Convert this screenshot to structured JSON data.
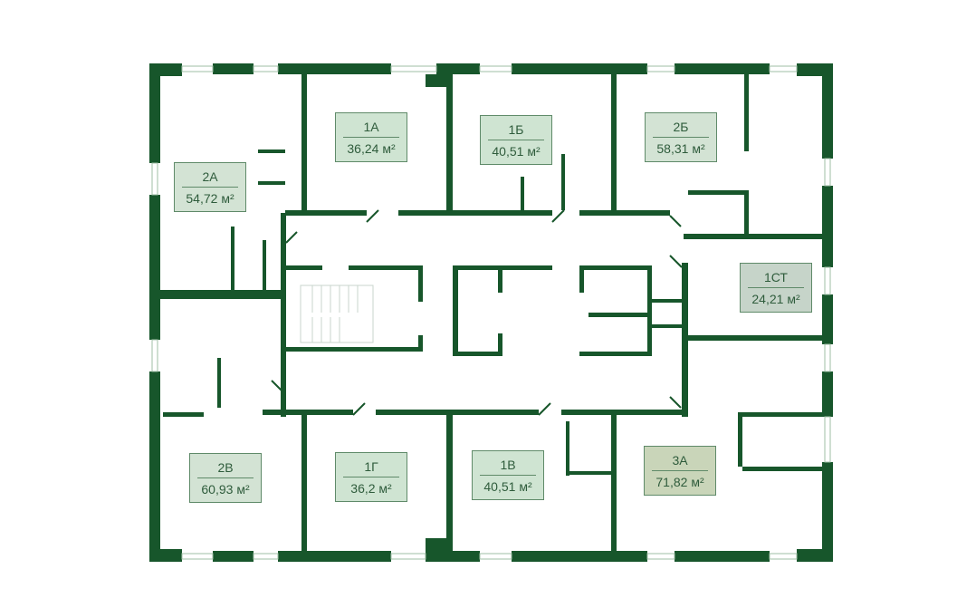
{
  "colors": {
    "wall": "#17562b",
    "one_room": "#cfe4d2",
    "two_room": "#d3e3d4",
    "studio": "#c6d4c9",
    "three_room": "#c9d5b9",
    "text": "#2f5c3c"
  },
  "rooms": [
    {
      "id": "1A",
      "name": "1А",
      "area": "36,24 м²",
      "type": "one_room"
    },
    {
      "id": "1B_top",
      "name": "1Б",
      "area": "40,51 м²",
      "type": "one_room"
    },
    {
      "id": "2B_top",
      "name": "2Б",
      "area": "58,31 м²",
      "type": "two_room"
    },
    {
      "id": "2A",
      "name": "2А",
      "area": "54,72 м²",
      "type": "two_room"
    },
    {
      "id": "1CT",
      "name": "1СТ",
      "area": "24,21 м²",
      "type": "studio"
    },
    {
      "id": "2V",
      "name": "2В",
      "area": "60,93 м²",
      "type": "two_room"
    },
    {
      "id": "1G",
      "name": "1Г",
      "area": "36,2 м²",
      "type": "one_room"
    },
    {
      "id": "1V",
      "name": "1В",
      "area": "40,51 м²",
      "type": "one_room"
    },
    {
      "id": "3A",
      "name": "3А",
      "area": "71,82 м²",
      "type": "three_room"
    }
  ]
}
